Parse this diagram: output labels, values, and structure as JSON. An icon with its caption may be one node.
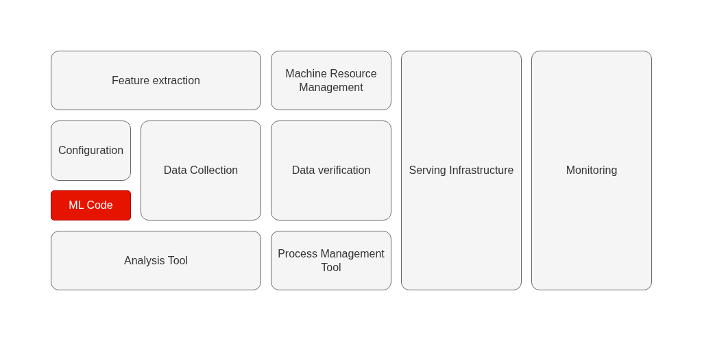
{
  "diagram": {
    "nodes": [
      {
        "text": [
          "Feature extraction"
        ]
      },
      {
        "text": [
          "Machine Resource Management"
        ]
      },
      {
        "text": [
          "Serving Infrastructure"
        ]
      },
      {
        "text": [
          "Monitoring"
        ]
      },
      {
        "text": [
          "Configuration"
        ]
      },
      {
        "text": [
          "Data Collection"
        ]
      },
      {
        "text": [
          "Data verification"
        ]
      },
      {
        "text": [
          "ML Code"
        ]
      },
      {
        "text": [
          "Analysis Tool"
        ]
      },
      {
        "text": [
          "Process Management Tool"
        ]
      }
    ]
  }
}
